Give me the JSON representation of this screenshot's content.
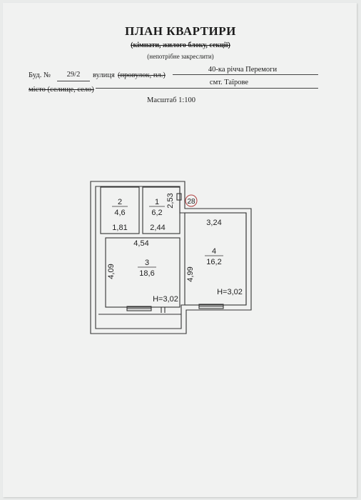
{
  "header": {
    "title": "ПЛАН КВАРТИРИ",
    "subtitle": "(кімнати, жилого блоку, секції)",
    "note": "(непотрібне закреслити)"
  },
  "address": {
    "building_label": "Буд. №",
    "building_number": "29/2",
    "street_label": "вулиця",
    "street_alt_label": "(провулок, пл.)",
    "street_name": "40-ка річча Перемоги",
    "city_label": "місто (селище, село)",
    "city_name": "смт. Таїрове"
  },
  "scale": "Масштаб 1:100",
  "plan": {
    "marker": "28",
    "rooms": [
      {
        "number": "1",
        "area": "6,2",
        "width": "2,44",
        "length": "2,53"
      },
      {
        "number": "2",
        "area": "4,6",
        "width": "1,81"
      },
      {
        "number": "3",
        "area": "18,6",
        "width": "4,54",
        "length": "4,09",
        "height": "H=3,02"
      },
      {
        "number": "4",
        "area": "16,2",
        "width": "3,24",
        "length": "4,99",
        "height": "H=3,02"
      }
    ]
  }
}
